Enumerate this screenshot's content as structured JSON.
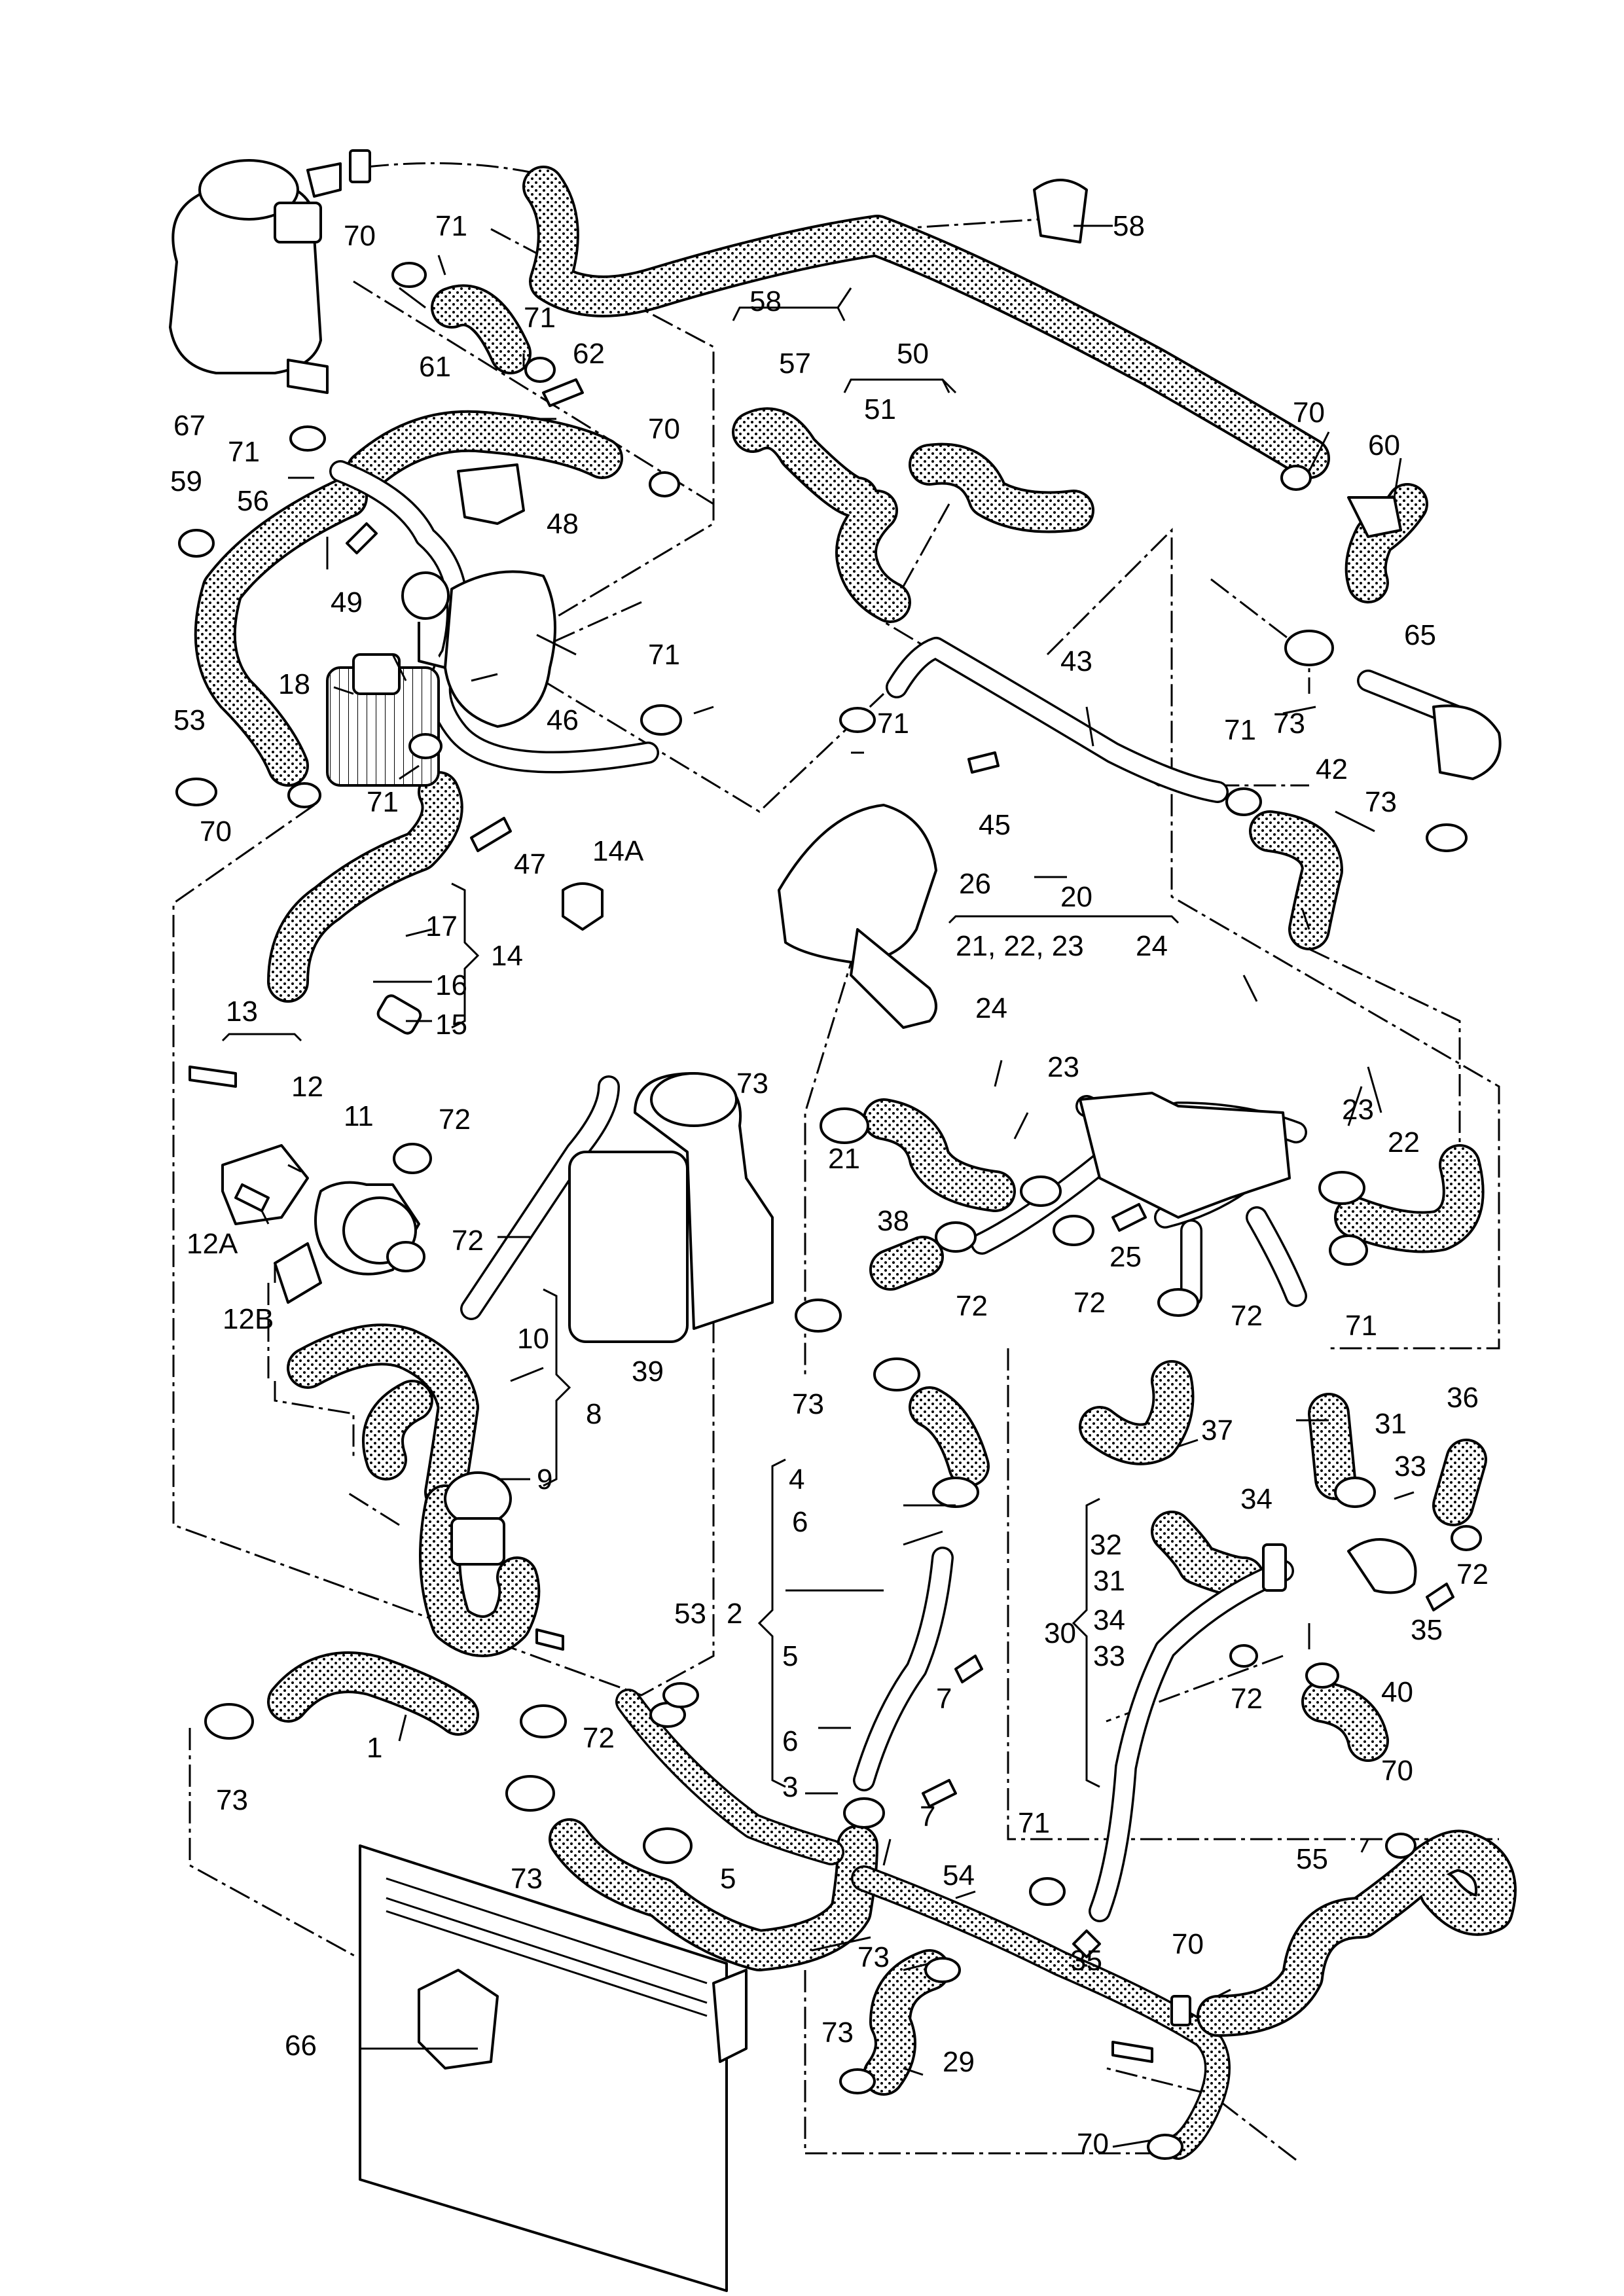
{
  "labels": {
    "l70a": "70",
    "l71a": "71",
    "l58a": "58",
    "l58b": "58",
    "l57": "57",
    "l61": "61",
    "l71b": "71",
    "l62": "62",
    "l67": "67",
    "l50": "50",
    "l51": "51",
    "l70b": "70",
    "l71c": "71",
    "l48": "48",
    "l59": "59",
    "l56": "56",
    "l49": "49",
    "l70c": "70",
    "l60": "60",
    "l18": "18",
    "l65": "65",
    "l71d": "71",
    "l43": "43",
    "l46": "46",
    "l71e": "71",
    "l53a": "53",
    "l73a": "73",
    "l71f": "71",
    "l42": "42",
    "l45": "45",
    "l73b": "73",
    "l70d": "70",
    "l47": "47",
    "l14a": "14A",
    "l26": "26",
    "l20": "20",
    "l2122": "21, 22, 23",
    "l24a": "24",
    "l17": "17",
    "l14": "14",
    "l16": "16",
    "l15": "15",
    "l13": "13",
    "l24b": "24",
    "l12": "12",
    "l73c": "73",
    "l23a": "23",
    "l23b": "23",
    "l22": "22",
    "l11": "11",
    "l72a": "72",
    "l21": "21",
    "l12a": "12A",
    "l72b": "72",
    "l38": "38",
    "l25": "25",
    "l12b": "12B",
    "l72c": "72",
    "l72d": "72",
    "l72e": "72",
    "l71g": "71",
    "l10": "10",
    "l39": "39",
    "l73d": "73",
    "l37": "37",
    "l31a": "31",
    "l36": "36",
    "l8": "8",
    "l9": "9",
    "l4": "4",
    "l33a": "33",
    "l34a": "34",
    "l6a": "6",
    "l32": "32",
    "l72f": "72",
    "l31b": "31",
    "l2": "2",
    "l53b": "53",
    "l30": "30",
    "l34b": "34",
    "l35a": "35",
    "l33b": "33",
    "l5a": "5",
    "l7a": "7",
    "l72g": "72",
    "l40": "40",
    "l1": "1",
    "l72h": "72",
    "l6b": "6",
    "l73e": "73",
    "l3": "3",
    "l7b": "7",
    "l71h": "71",
    "l70e": "70",
    "l73f": "73",
    "l5b": "5",
    "l54": "54",
    "l55": "55",
    "l66": "66",
    "l73g": "73",
    "l35b": "35",
    "l70f": "70",
    "l73h": "73",
    "l29": "29",
    "l70g": "70"
  }
}
